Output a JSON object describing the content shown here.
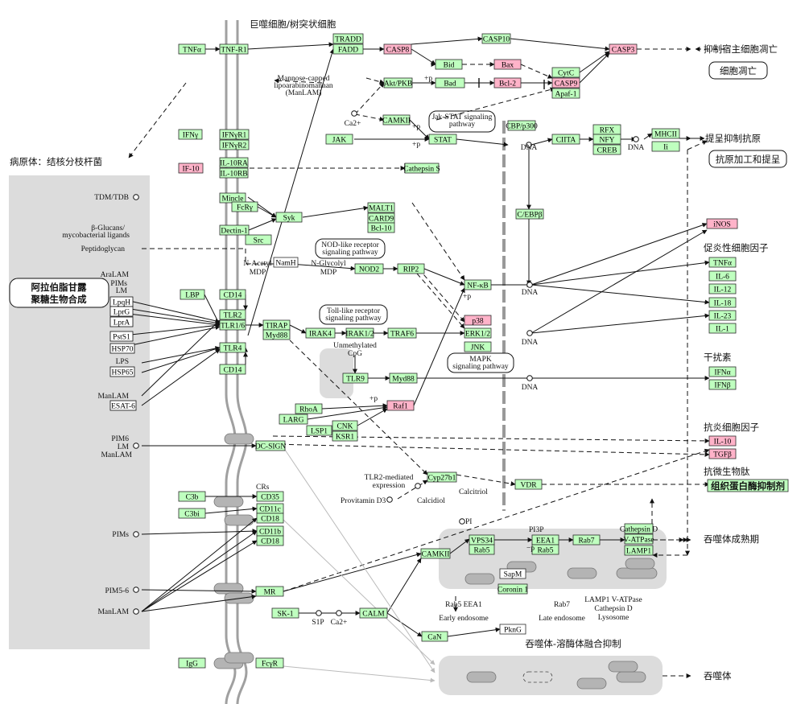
{
  "colors": {
    "gene_green": "#bfffbf",
    "gene_red": "#ffb3c9",
    "gene_stroke": "#2b2b2b",
    "region_gray": "#dcdcdc",
    "membrane": "#a0a0a0",
    "dashed_membrane": "#999999"
  },
  "headers": {
    "host_cell": "巨噬细胞/树突状细胞",
    "pathogen": "病原体：结核分枝杆菌"
  },
  "pathogen_box": {
    "title_line1": "阿拉伯脂甘露",
    "title_line2": "聚糖生物合成"
  },
  "pathogen_labels": [
    "TDM/TDB",
    "β-Glucans/",
    "mycobacterial ligands",
    "Peptidoglycan",
    "AraLAM",
    "PIMs",
    "LM",
    "LPS",
    "ManLAM",
    "PIM6",
    "LM",
    "ManLAM",
    "PIMs",
    "PIM5-6",
    "ManLAM"
  ],
  "pathogen_boxes": [
    "LpqH",
    "LprG",
    "LprA",
    "PstS1",
    "HSP70",
    "HSP65",
    "ESAT-6"
  ],
  "genes_green": [
    "TNFα",
    "TNF-R1",
    "TRADD",
    "FADD",
    "CASP10",
    "Bid",
    "Akt/PKB",
    "Bad",
    "CytC",
    "Apaf-1",
    "CAMKII",
    "IFNγ",
    "IFNγR1",
    "IFNγR2",
    "JAK",
    "STAT",
    "CBP/p300",
    "CIITA",
    "RFX",
    "NFY",
    "CREB",
    "MHCII",
    "Ii",
    "IL-10RA",
    "IL-10RB",
    "Cathepsin S",
    "Mincle",
    "FcRγ",
    "Syk",
    "MALT1",
    "CARD9",
    "Bcl-10",
    "Dectin-1",
    "Src",
    "C/EBPβ",
    "NOD2",
    "RIP2",
    "NF-κB",
    "LBP",
    "CD14",
    "TLR2",
    "TLR1/6",
    "TIRAP",
    "Myd88",
    "IRAK4",
    "IRAK1/2",
    "TRAF6",
    "ERK1/2",
    "JNK",
    "TLR4",
    "CD14",
    "TLR9",
    "Myd88",
    "RhoA",
    "LARG",
    "LSP1",
    "CNK",
    "KSR1",
    "DC-SIGN",
    "Cyp27b1",
    "VDR",
    "C3b",
    "CD35",
    "C3bi",
    "CD11c",
    "CD18",
    "CD11b",
    "CD18",
    "MR",
    "SK-1",
    "CALM",
    "CAMKII",
    "VPS34",
    "Rab5",
    "EEA1",
    "Rab5",
    "Rab7",
    "Cathepsin D",
    "V-ATPase",
    "LAMP1",
    "Coronin 1",
    "CaN",
    "IgG",
    "FcγR",
    "TNFα",
    "IL-6",
    "IL-12",
    "IL-18",
    "IL-23",
    "IL-1",
    "IFNα",
    "IFNβ"
  ],
  "genes_red": [
    "CASP8",
    "Bax",
    "Bcl-2",
    "CASP9",
    "CASP3",
    "IF-10",
    "iNOS",
    "p38",
    "Raf1",
    "IL-10",
    "TGFβ"
  ],
  "genes_white": [
    "NamH",
    "SapM",
    "PknG"
  ],
  "pathway_boxes": [
    "Jak-STAT signaling pathway",
    "NOD-like receptor signaling pathway",
    "Toll-like receptor signaling pathway",
    "MAPK signaling pathway"
  ],
  "small_labels": {
    "manlam_cap": [
      "Mannose-capped",
      "lipoarabinomannan",
      "(ManLAM)"
    ],
    "ca2": "Ca2+",
    "nacetyl": [
      "N-Acetyl",
      "MDP"
    ],
    "nglycolyl": [
      "N-Glycolyl",
      "MDP"
    ],
    "unmethylated": [
      "Unmethylated",
      "CpG"
    ],
    "tlr2_mediated": [
      "TLR2-mediated",
      "expression"
    ],
    "provitamin": "Provitamin D3",
    "calcidiol": "Calcidiol",
    "calcitriol": "Calcitriol",
    "crs": "CRs",
    "dna": "DNA",
    "plus_p": "+p",
    "minus_p": "−p",
    "pi": "PI",
    "pi3p": "PI3P",
    "s1p": "S1P",
    "early_endosome": [
      "Rab5 EEA1",
      "Early endosome"
    ],
    "late_endosome": [
      "Rab7",
      "Late endosome"
    ],
    "lysosome": [
      "LAMP1 V-ATPase",
      "Cathepsin D",
      "Lysosome"
    ]
  },
  "outputs": {
    "apoptosis_inhibit": "抑制宿主细胞凋亡",
    "apoptosis": "细胞凋亡",
    "antigen_inhibit": "提呈抑制抗原",
    "antigen_process": "抗原加工和提呈",
    "proinflammatory": "促炎性细胞因子",
    "interferon": "干扰素",
    "anti_inflammatory": "抗炎细胞因子",
    "antimicrobial": "抗微生物肽",
    "histone_inhibitor": "组织蛋白酶抑制剂",
    "maturation": "吞噬体成熟期",
    "fusion_inhibit": "吞噬体-溶酶体融合抑制",
    "phagosome": "吞噬体"
  }
}
